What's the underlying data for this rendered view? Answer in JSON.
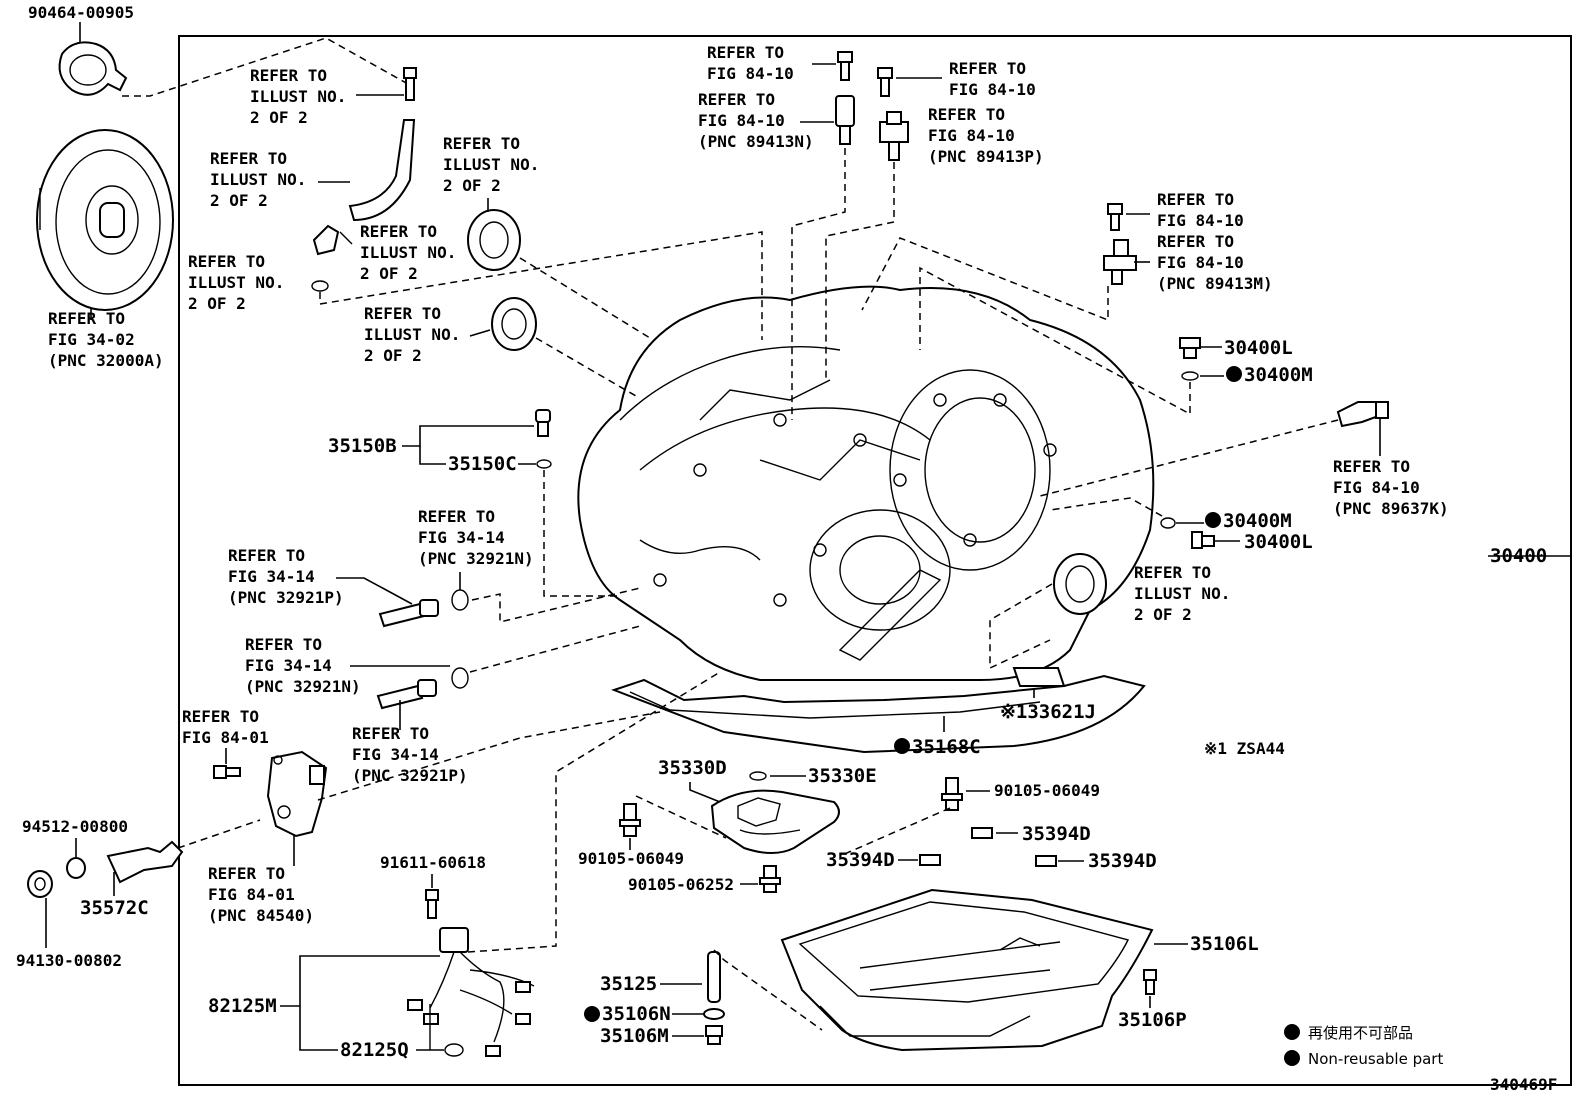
{
  "labels": {
    "p9046400905": "90464-00905",
    "ref_clamp_bolt": [
      "REFER TO",
      "ILLUST NO.",
      "2 OF 2"
    ],
    "ref_hose": [
      "REFER TO",
      "ILLUST NO.",
      "2 OF 2"
    ],
    "ref_union": [
      "REFER TO",
      "ILLUST NO.",
      "2 OF 2"
    ],
    "ref_oring_left": [
      "REFER TO",
      "ILLUST NO.",
      "2 OF 2"
    ],
    "ref_seal_upper": [
      "REFER TO",
      "ILLUST NO.",
      "2 OF 2"
    ],
    "ref_seal_lower": [
      "REFER TO",
      "ILLUST NO.",
      "2 OF 2"
    ],
    "ref_converter": [
      "REFER TO",
      "FIG 34-02",
      "(PNC 32000A)"
    ],
    "ref_bolt_sensor_a": [
      "REFER TO",
      "FIG 84-10"
    ],
    "ref_sensor_n": [
      "REFER TO",
      "FIG 84-10",
      "(PNC 89413N)"
    ],
    "ref_bolt_sensor_b": [
      "REFER TO",
      "FIG 84-10"
    ],
    "ref_sensor_p": [
      "REFER TO",
      "FIG 84-10",
      "(PNC 89413P)"
    ],
    "ref_bolt_sensor_c": [
      "REFER TO",
      "FIG 84-10"
    ],
    "ref_sensor_m": [
      "REFER TO",
      "FIG 84-10",
      "(PNC 89413M)"
    ],
    "p30400L_top": "30400L",
    "p30400M_top": "30400M",
    "ref_sensor_k": [
      "REFER TO",
      "FIG 84-10",
      "(PNC 89637K)"
    ],
    "p30400M_mid": "30400M",
    "p30400L_mid": "30400L",
    "p30400": "30400",
    "ref_seal_right": [
      "REFER TO",
      "ILLUST NO.",
      "2 OF 2"
    ],
    "p35150B": "35150B",
    "p35150C": "35150C",
    "ref_union_n_top": [
      "REFER TO",
      "FIG 34-14",
      "(PNC 32921N)"
    ],
    "ref_union_p_left": [
      "REFER TO",
      "FIG 34-14",
      "(PNC 32921P)"
    ],
    "ref_union_n_low": [
      "REFER TO",
      "FIG 34-14",
      "(PNC 32921N)"
    ],
    "ref_union_p_low": [
      "REFER TO",
      "FIG 34-14",
      "(PNC 32921P)"
    ],
    "p33621J": "※133621J",
    "p35168C": "35168C",
    "note_zsa44": "※1 ZSA44",
    "ref_switch_bolt": [
      "REFER TO",
      "FIG 84-01"
    ],
    "ref_switch": [
      "REFER TO",
      "FIG 84-01",
      "(PNC 84540)"
    ],
    "p9451200800": "94512-00800",
    "p35572C": "35572C",
    "p9413000802": "94130-00802",
    "p35330D": "35330D",
    "p35330E": "35330E",
    "p9010506049_r": "90105-06049",
    "p35394D_1": "35394D",
    "p35394D_2": "35394D",
    "p35394D_3": "35394D",
    "p9010506049_l": "90105-06049",
    "p9010506252": "90105-06252",
    "p9161160618": "91611-60618",
    "p82125M": "82125M",
    "p82125Q": "82125Q",
    "p35125": "35125",
    "p35106N": "35106N",
    "p35106M": "35106M",
    "p35106L": "35106L",
    "p35106P": "35106P"
  },
  "legend": {
    "jp": "再使用不可部品",
    "en": "Non-reusable part"
  },
  "figure_code": "340469F"
}
